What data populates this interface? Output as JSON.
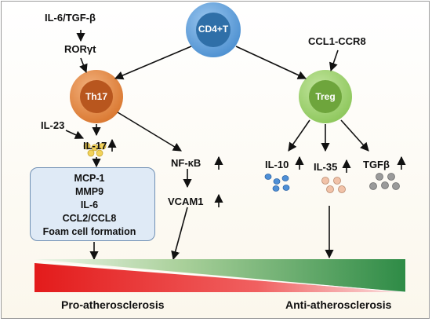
{
  "cells": {
    "center": "CD4+T",
    "left": "Th17",
    "right": "Treg"
  },
  "labels": {
    "il6_tgfb": "IL-6/TGF-β",
    "roryt": "RORγt",
    "ccl1_ccr8": "CCL1-CCR8",
    "il23": "IL-23",
    "il17": "IL-17",
    "nfkb": "NF-κB",
    "vcam1": "VCAM1",
    "il10": "IL-10",
    "il35": "IL-35",
    "tgfb": "TGFβ"
  },
  "box": {
    "lines": [
      "MCP-1",
      "MMP9",
      "IL-6",
      "CCL2/CCL8",
      "Foam cell formation"
    ]
  },
  "bottom": {
    "pro": "Pro-atherosclerosis",
    "anti": "Anti-atherosclerosis"
  },
  "colors": {
    "cd4_cell": "#2f6fa8",
    "th17_cell": "#b8561e",
    "treg_cell": "#6ea53c",
    "pro_red": "#e31b1b",
    "anti_green": "#2e8b46",
    "box_fill": "#dfeaf6",
    "dot_yellow": "#f2d25a",
    "dot_blue": "#4e8fd6",
    "dot_peach": "#f1c2a8",
    "dot_gray": "#9a9a9a"
  }
}
